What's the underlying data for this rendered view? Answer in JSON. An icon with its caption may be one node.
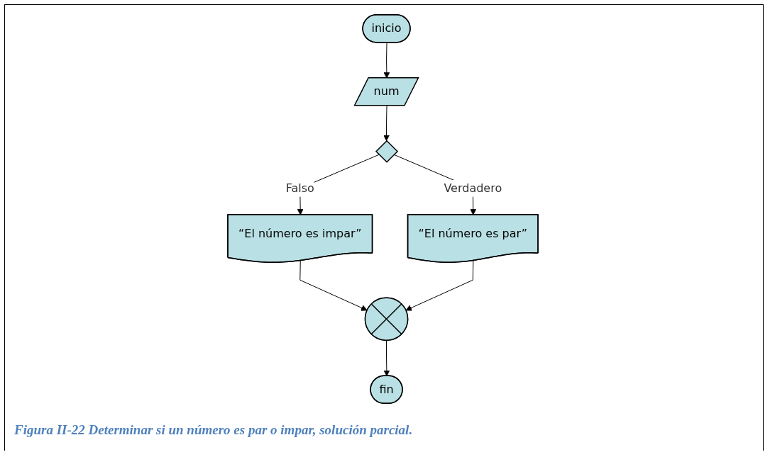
{
  "diagram": {
    "caption": "Figura II-22 Determinar si un número es par o impar, solución parcial.",
    "nodes": [
      {
        "text": [
          "inicio"
        ]
      },
      {
        "text": [
          "num"
        ]
      },
      {
        "text": [],
        "shape": "diamond"
      },
      {
        "text": [
          "“El número es impar”"
        ]
      },
      {
        "text": [
          "“El número es par”"
        ]
      },
      {
        "text": [],
        "shape": "circle"
      },
      {
        "text": [
          "fin"
        ]
      }
    ],
    "edges": [
      {
        "from": 0,
        "to": 1,
        "arrow": "to"
      },
      {
        "from": 1,
        "to": 2,
        "arrow": "to"
      },
      {
        "from": 2,
        "to": 3,
        "label": "Falso",
        "arrow": "to"
      },
      {
        "from": 2,
        "to": 4,
        "label": "Verdadero",
        "arrow": "to"
      },
      {
        "from": 3,
        "to": 5,
        "arrow": "to"
      },
      {
        "from": 4,
        "to": 5,
        "arrow": "to"
      },
      {
        "from": 5,
        "to": 6,
        "arrow": "to"
      }
    ]
  }
}
